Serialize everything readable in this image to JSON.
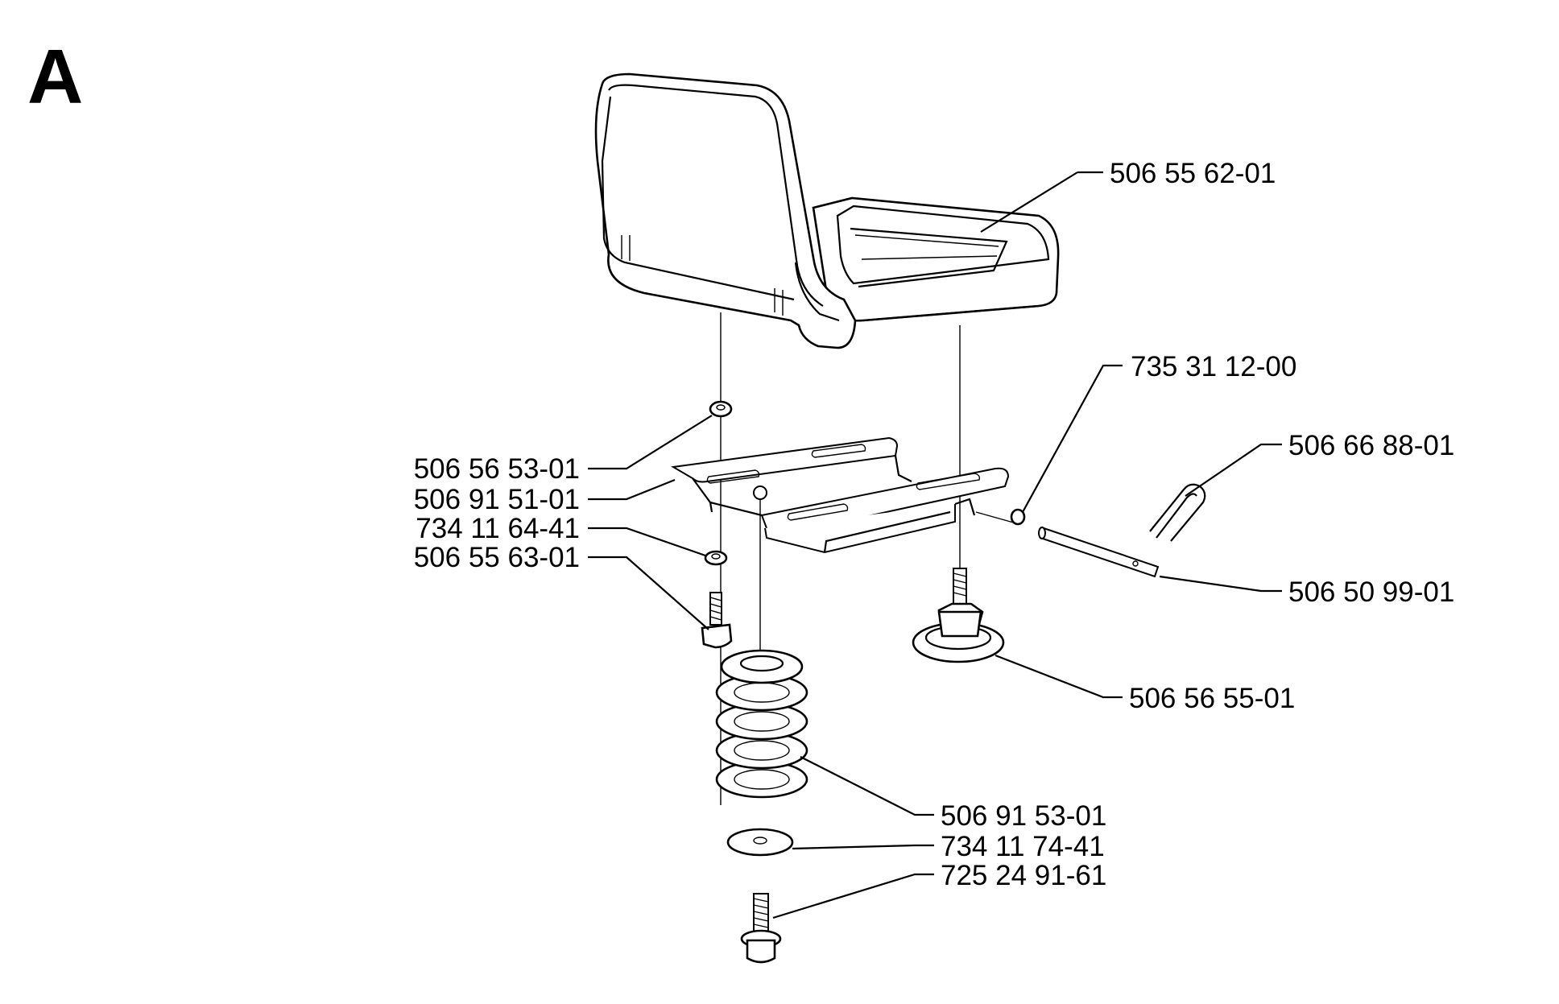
{
  "section_letter": "A",
  "parts": [
    {
      "id": "seat",
      "number": "506 55 62-01"
    },
    {
      "id": "cotter-pin",
      "number": "735 31 12-00"
    },
    {
      "id": "hair-clip",
      "number": "506 66 88-01"
    },
    {
      "id": "rubber-bushing",
      "number": "506 56 53-01"
    },
    {
      "id": "seat-bracket",
      "number": "506 91 51-01"
    },
    {
      "id": "washer-small",
      "number": "734 11 64-41"
    },
    {
      "id": "bolt-small",
      "number": "506 55 63-01"
    },
    {
      "id": "pivot-pin",
      "number": "506 50 99-01"
    },
    {
      "id": "adjust-knob",
      "number": "506 56 55-01"
    },
    {
      "id": "spring",
      "number": "506 91 53-01"
    },
    {
      "id": "washer-large",
      "number": "734 11 74-41"
    },
    {
      "id": "flange-bolt",
      "number": "725 24 91-61"
    }
  ]
}
